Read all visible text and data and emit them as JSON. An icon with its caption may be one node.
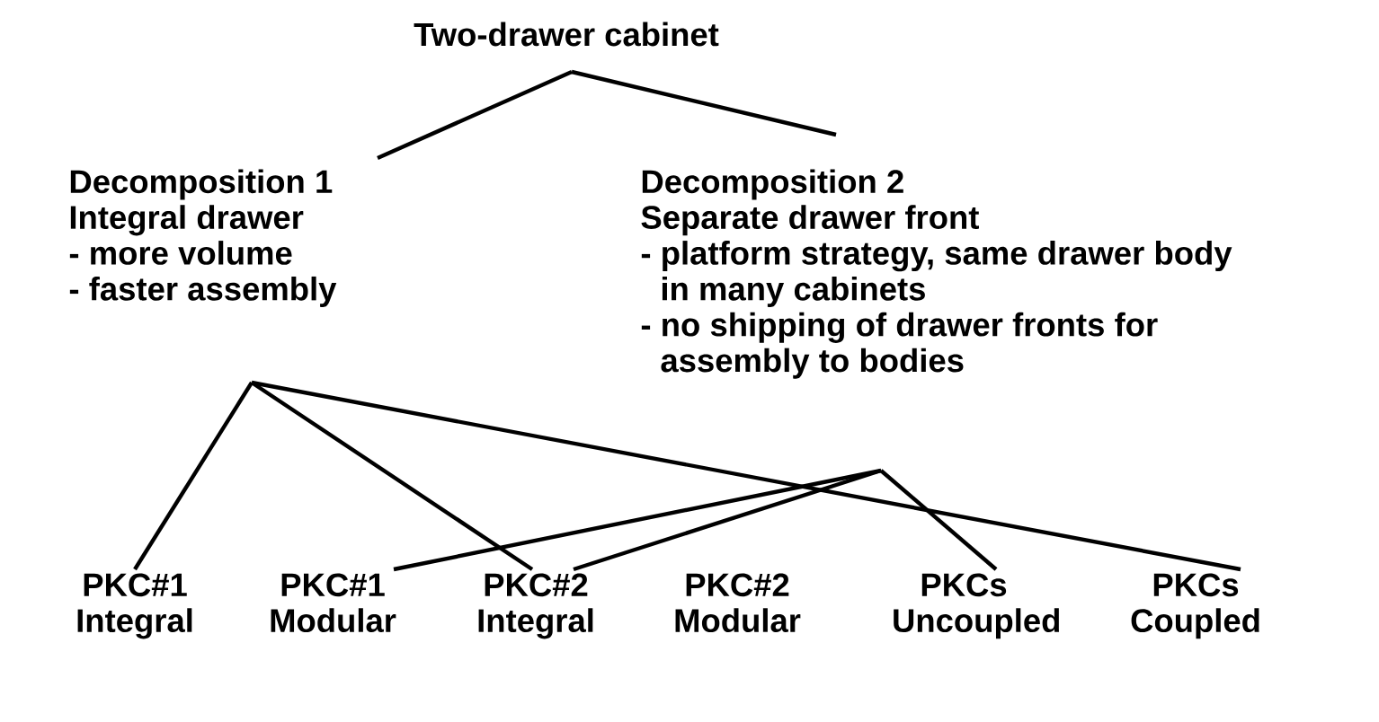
{
  "diagram": {
    "nodes": [
      {
        "text": [
          "Two-drawer cabinet"
        ]
      },
      {
        "text": [
          "Decomposition 1",
          "Integral drawer",
          "- more volume",
          "- faster assembly"
        ]
      },
      {
        "text": [
          "Decomposition 2",
          "Separate drawer front",
          "- platform strategy, same drawer body in many cabinets",
          "- no shipping of drawer fronts for assembly to bodies"
        ]
      },
      {
        "text": [
          "PKC#1 Integral"
        ]
      },
      {
        "text": [
          "PKC#1 Modular"
        ]
      },
      {
        "text": [
          "PKC#2 Integral"
        ]
      },
      {
        "text": [
          "PKC#2 Modular"
        ]
      },
      {
        "text": [
          "PKCs Uncoupled"
        ]
      },
      {
        "text": [
          "PKCs Coupled"
        ]
      }
    ],
    "edges": [
      {
        "from": 0,
        "to": 1,
        "arrow": "none"
      },
      {
        "from": 0,
        "to": 2,
        "arrow": "none"
      },
      {
        "from": 1,
        "to": 3,
        "arrow": "none"
      },
      {
        "from": 1,
        "to": 5,
        "arrow": "none"
      },
      {
        "from": 1,
        "to": 8,
        "arrow": "none"
      },
      {
        "from": 2,
        "to": 4,
        "arrow": "none"
      },
      {
        "from": 2,
        "to": 5,
        "arrow": "none"
      },
      {
        "from": 2,
        "to": 7,
        "arrow": "none"
      }
    ]
  }
}
